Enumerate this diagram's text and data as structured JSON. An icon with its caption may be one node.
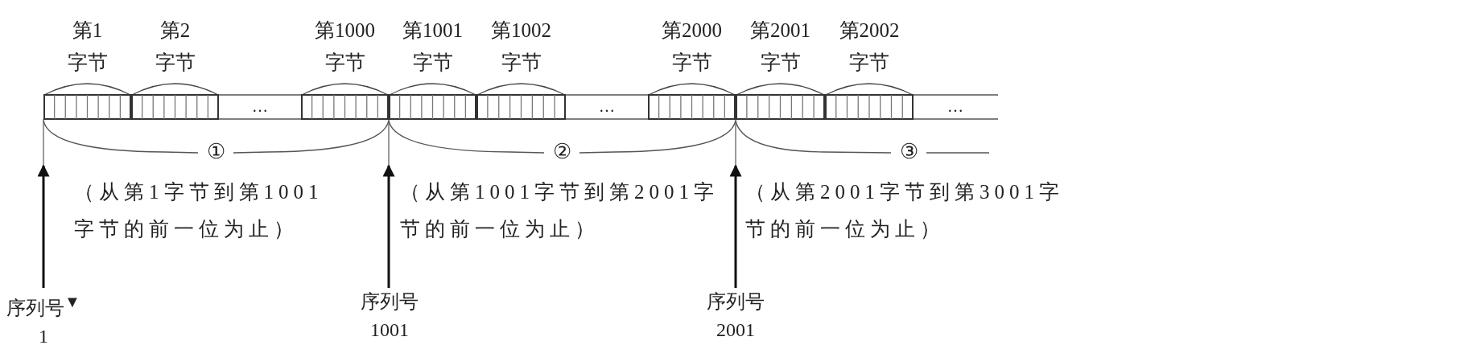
{
  "diagram": {
    "nodes": [
      {
        "text": [
          "第1",
          "字节"
        ]
      },
      {
        "text": [
          "第2",
          "字节"
        ]
      },
      {
        "text": [
          "第1000",
          "字节"
        ]
      },
      {
        "text": [
          "第1001",
          "字节"
        ]
      },
      {
        "text": [
          "第1002",
          "字节"
        ]
      },
      {
        "text": [
          "第2000",
          "字节"
        ]
      },
      {
        "text": [
          "第2001",
          "字节"
        ]
      },
      {
        "text": [
          "第2002",
          "字节"
        ]
      },
      {
        "text": [
          "①"
        ],
        "beside": [
          "（从第1字节到第1001字节的前一位为止）"
        ]
      },
      {
        "text": [
          "②"
        ],
        "beside": [
          "（从第1001字节到第2001字节的前一位为止）"
        ]
      },
      {
        "text": [
          "③"
        ],
        "beside": [
          "（从第2001字节到第3001字节的前一位为止）"
        ]
      },
      {
        "text": [
          "序列号$^{▼}$",
          "1"
        ]
      },
      {
        "text": [
          "序列号",
          "1001"
        ]
      },
      {
        "text": [
          "序列号",
          "2001"
        ]
      }
    ],
    "edges": [
      {
        "from": 11,
        "to": 8,
        "arrow": "to"
      },
      {
        "from": 12,
        "to": 9,
        "arrow": "to"
      },
      {
        "from": 13,
        "to": 10,
        "arrow": "to"
      }
    ],
    "labels": [
      "…",
      "…",
      "…"
    ]
  }
}
